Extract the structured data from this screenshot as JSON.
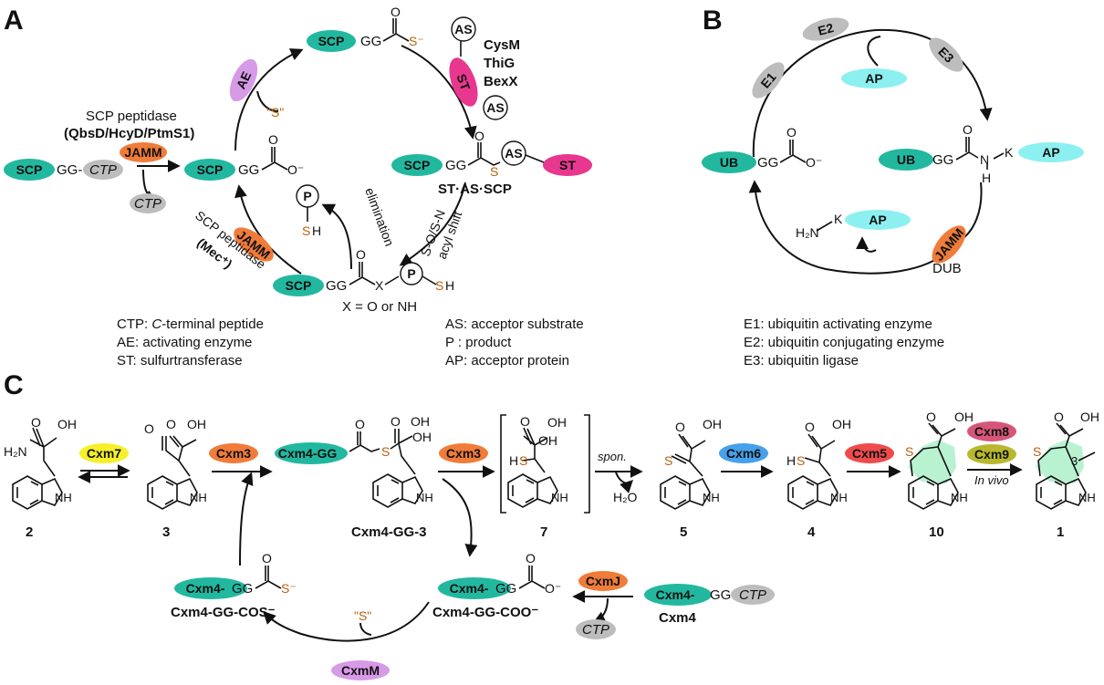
{
  "panels": {
    "a": "A",
    "b": "B",
    "c": "C"
  },
  "colors": {
    "teal": "#22b8a0",
    "orange": "#f07c3a",
    "magenta": "#e8378f",
    "lilac": "#d79ae6",
    "grey": "#bdbdbd",
    "cyan": "#8cf0f0",
    "yellow": "#f6f02a",
    "blue": "#46a0ea",
    "red": "#ef4b4b",
    "pink": "#d6567a",
    "olive": "#b8b82e",
    "green": "#b9f2d0",
    "sulfur": "#b8600f"
  },
  "panelA": {
    "scp": "SCP",
    "gg": "GG",
    "gg_dash": "GG-",
    "ctp": "CTP",
    "jamm": "JAMM",
    "ae": "AE",
    "st": "ST",
    "as": "AS",
    "p": "P",
    "h": "H",
    "s": "S",
    "x": "X",
    "s_minus": "S⁻",
    "o": "O",
    "o_minus": "O⁻",
    "s_quoted": "\"S\"",
    "peptidase_label": "SCP peptidase",
    "peptidase_names": "(QbsD/HcyD/PtmS1)",
    "enzymes": [
      "CysM",
      "ThiG",
      "BexX"
    ],
    "complex": "ST·AS·SCP",
    "shift_1": "S-O/S-N",
    "shift_2": "acyl shift",
    "elimination": "elimination",
    "peptidase_mec_1": "SCP peptidase",
    "peptidase_mec_2": "(Mec⁺)",
    "x_eq": "X = O or NH",
    "legend": {
      "ctp_prefix": "CTP: ",
      "ctp_italic": "C",
      "ctp_rest": "-terminal peptide",
      "ae": "AE: activating enzyme",
      "st": "ST: sulfurtransferase",
      "as": "AS: acceptor substrate",
      "p": "P  : product",
      "ap": "AP: acceptor protein"
    }
  },
  "panelB": {
    "e1": "E1",
    "e2": "E2",
    "e3": "E3",
    "ap": "AP",
    "ub": "UB",
    "gg": "GG",
    "k": "K",
    "n": "N",
    "h": "H",
    "h2n": "H₂N",
    "jamm": "JAMM",
    "dub": "DUB",
    "o": "O",
    "o_minus": "O⁻",
    "legend": [
      "E1: ubiquitin activating enzyme",
      "E2: ubiquitin conjugating enzyme",
      "E3: ubiquitin ligase"
    ]
  },
  "panelC": {
    "cxm7": "Cxm7",
    "cxm3": "Cxm3",
    "cxm4": "Cxm4-",
    "cxm4gg": "Cxm4-GG",
    "cxm6": "Cxm6",
    "cxm5": "Cxm5",
    "cxm8": "Cxm8",
    "cxm9": "Cxm9",
    "cxmj": "CxmJ",
    "cxmm": "CxmM",
    "cxm4_plain": "Cxm4",
    "in_vivo": "In vivo",
    "spon": "spon.",
    "h2o": "H₂O",
    "ctp": "CTP",
    "gg": "GG",
    "gg_dash": "GG-",
    "oh": "OH",
    "o": "O",
    "nh": "NH",
    "h2n": "H₂N",
    "hs": "HS",
    "h": "H",
    "s": "S",
    "s_minus": "S⁻",
    "o_minus": "O⁻",
    "s_quoted": "\"S\"",
    "three": "3",
    "compounds": [
      "2",
      "3",
      "Cxm4-GG-3",
      "7",
      "5",
      "4",
      "10",
      "1"
    ],
    "cos_label": "Cxm4-GG-COS⁻",
    "coo_label": "Cxm4-GG-COO⁻",
    "cxm4_label": "Cxm4"
  }
}
